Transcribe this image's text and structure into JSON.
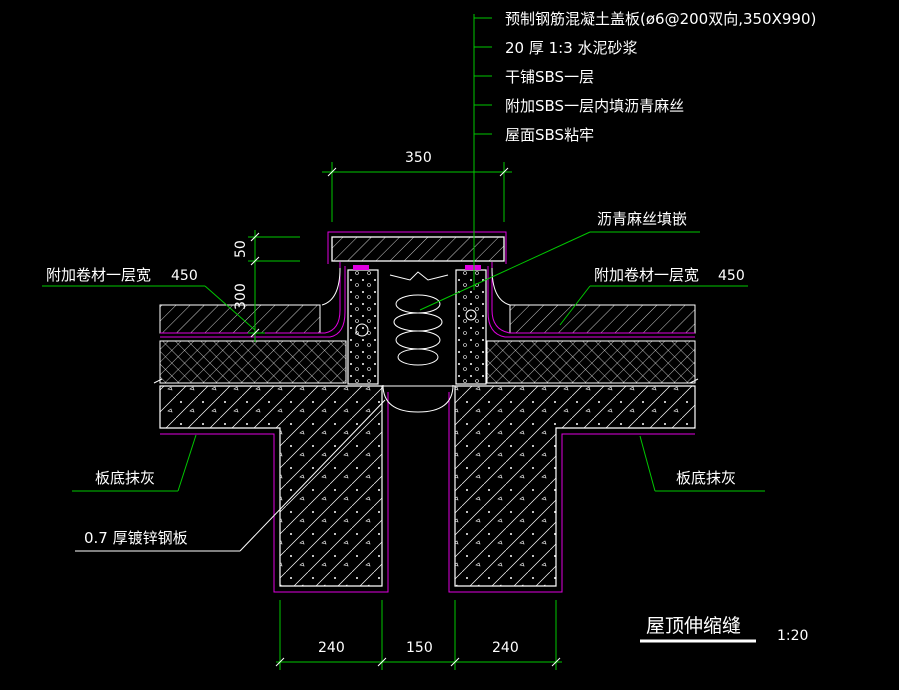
{
  "labels": {
    "top1": "预制钢筋混凝土盖板(ø6@200双向,350X990)",
    "top2": "20 厚 1:3 水泥砂浆",
    "top3": "干铺SBS一层",
    "top4": "附加SBS一层内填沥青麻丝",
    "top5": "屋面SBS粘牢",
    "asphalt": "沥青麻丝填嵌",
    "left_extra": "附加卷材一层宽",
    "left_extra_w": "450",
    "right_extra": "附加卷材一层宽",
    "right_extra_w": "450",
    "left_plaster": "板底抹灰",
    "right_plaster": "板底抹灰",
    "steel": "0.7  厚镀锌钢板"
  },
  "dims": {
    "d350": "350",
    "d50": "50",
    "d300": "300",
    "d240a": "240",
    "d150": "150",
    "d240b": "240"
  },
  "title": {
    "name": "屋顶伸缩缝",
    "scale": "1:20"
  },
  "colors": {
    "leader": "#00c800",
    "outline": "#ffffff",
    "membrane": "#e000e0",
    "background": "#000000"
  }
}
